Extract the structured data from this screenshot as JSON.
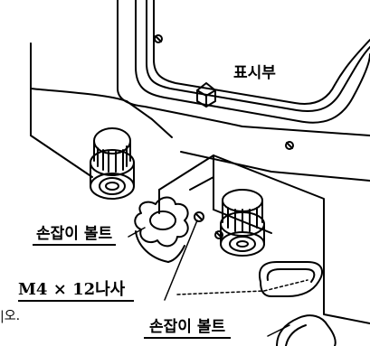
{
  "labels": {
    "display": "표시부",
    "handle_bolt_top": "손잡이 볼트",
    "screw": "M4 × 12나사",
    "handle_bolt_bottom": "손잡이 볼트",
    "cut_text": "|오."
  }
}
